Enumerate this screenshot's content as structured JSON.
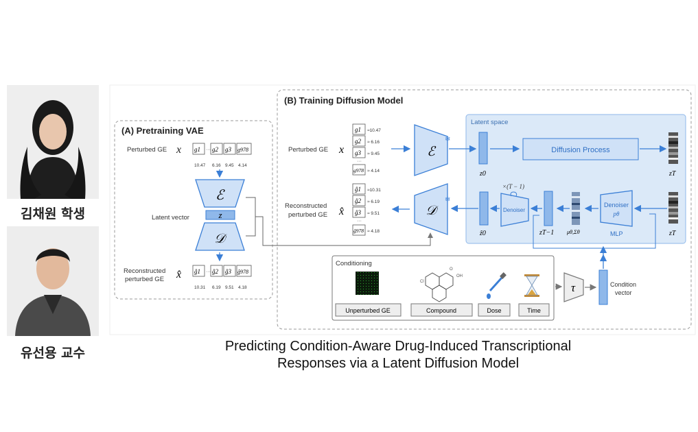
{
  "people": [
    {
      "name": "김채원 학생"
    },
    {
      "name": "유선용 교수"
    }
  ],
  "caption": {
    "line1": "Predicting Condition-Aware Drug-Induced Transcriptional",
    "line2": "Responses via a Latent Diffusion Model"
  },
  "panel_a": {
    "title": "(A) Pretraining VAE",
    "perturbed_label": "Perturbed GE",
    "x_symbol": "x",
    "genes": [
      "g1",
      "g2",
      "g3",
      "g978"
    ],
    "gene_values": [
      "10.47",
      "6.16",
      "9.45",
      "4.14"
    ],
    "encoder_symbol": "ℰ",
    "latent_label": "Latent vector",
    "z_symbol": "z",
    "decoder_symbol": "𝒟",
    "reconstructed_label_1": "Reconstructed",
    "reconstructed_label_2": "perturbed GE",
    "xhat_symbol": "x̂",
    "recon_genes": [
      "ĝ1",
      "ĝ2",
      "ĝ3",
      "ĝ978"
    ],
    "recon_values": [
      "10.31",
      "6.19",
      "9.51",
      "4.18"
    ],
    "dots": "···"
  },
  "panel_b": {
    "title": "(B) Training Diffusion Model",
    "perturbed_label": "Perturbed GE",
    "x_symbol": "x",
    "genes": [
      "g1",
      "g2",
      "g3",
      "g978"
    ],
    "gene_values": [
      "≈10.47",
      "≈ 6.16",
      "≈ 9.45",
      "≈ 4.14"
    ],
    "reconstructed_label_1": "Reconstructed",
    "reconstructed_label_2": "perturbed GE",
    "xhat_symbol": "x̂",
    "recon_genes": [
      "ĝ1",
      "ĝ2",
      "ĝ3",
      "ĝ978"
    ],
    "recon_values": [
      "≈10.31",
      "≈ 6.19",
      "≈ 9.51",
      "≈ 4.18"
    ],
    "latent_space_label": "Latent space",
    "diffusion_process": "Diffusion Process",
    "z0": "z0",
    "z0hat": "ẑ0",
    "zT": "zT",
    "zT_1": "zT−1",
    "times_T1": "×(T − 1)",
    "denoiser": "Denoiser",
    "denoiser_p": "pθ",
    "mlp": "MLP",
    "mu_sigma": "μθ,Σθ",
    "conditioning_label": "Conditioning",
    "cond_items": [
      "Unperturbed GE",
      "Compound",
      "Dose",
      "Time"
    ],
    "tau_symbol": "τ",
    "condition_vector_1": "Condition",
    "condition_vector_2": "vector",
    "snowflake": "❄"
  },
  "colors": {
    "accent": "#3b7fd6",
    "block_fill": "#8fb8ea",
    "latent_bg": "#dbe9f8"
  }
}
